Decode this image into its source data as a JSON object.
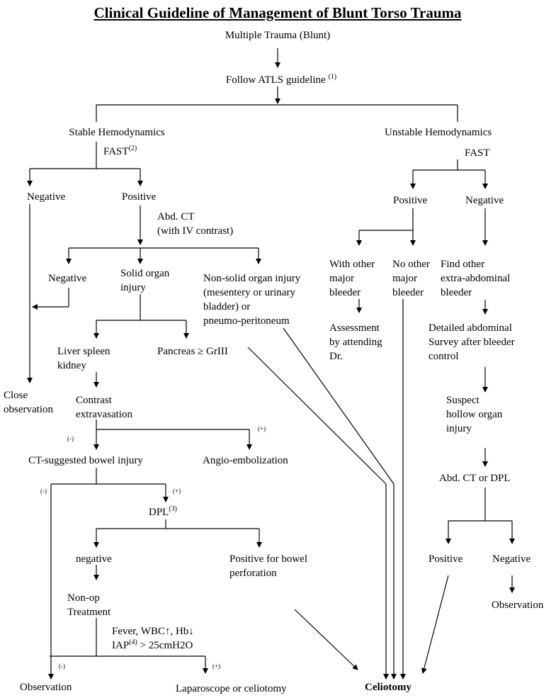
{
  "title": "Clinical Guideline of Management of Blunt Torso Trauma",
  "nodes": {
    "multiple_trauma": "Multiple Trauma (Blunt)",
    "follow_atls": "Follow ATLS guideline",
    "follow_atls_ref": "(1)",
    "stable": "Stable Hemodynamics",
    "unstable": "Unstable Hemodynamics",
    "fast_stable": "FAST",
    "fast_stable_ref": "(2)",
    "fast_unstable": "FAST",
    "negative_left": "Negative",
    "positive_left": "Positive",
    "abd_ct": "Abd. CT\n(with IV contrast)",
    "negative_ct": "Negative",
    "solid_organ": "Solid organ\ninjury",
    "non_solid": "Non-solid organ injury\n(mesentery or urinary\nbladder) or\npneumo-peritoneum",
    "liver": "Liver spleen\nkidney",
    "pancreas": "Pancreas ≥ GrIII",
    "close_obs": "Close\nobservation",
    "contrast": "Contrast\nextravasation",
    "minus": "(-)",
    "plus": "(+)",
    "ct_bowel": "CT-suggested bowel injury",
    "angio": "Angio-embolization",
    "dpl": "DPL",
    "dpl_ref": "(3)",
    "negative_dpl": "negative",
    "positive_bowel": "Positive for bowel\nperforation",
    "nonop": "Non-op\nTreatment",
    "fever": "Fever, WBC↑, Hb↓",
    "iap": "IAP",
    "iap_ref": "(4)",
    "iap_rest": " > 25cmH2O",
    "observation_left": "Observation",
    "laparoscope": "Laparoscope or celiotomy",
    "celiotomy": "Celiotomy",
    "positive_unstable": "Positive",
    "negative_unstable": "Negative",
    "with_other": "With other\nmajor\nbleeder",
    "no_other": "No other\nmajor\nbleeder",
    "find_other": "Find other\nextra-abdominal\nbleeder",
    "assessment": "Assessment\nby attending\nDr.",
    "detailed": "Detailed abdominal\nSurvey after bleeder\ncontrol",
    "suspect": "Suspect\nhollow organ\ninjury",
    "abd_ct_dpl": "Abd. CT or DPL",
    "positive_bottom": "Positive",
    "negative_bottom": "Negative",
    "observation_right": "Observation"
  }
}
